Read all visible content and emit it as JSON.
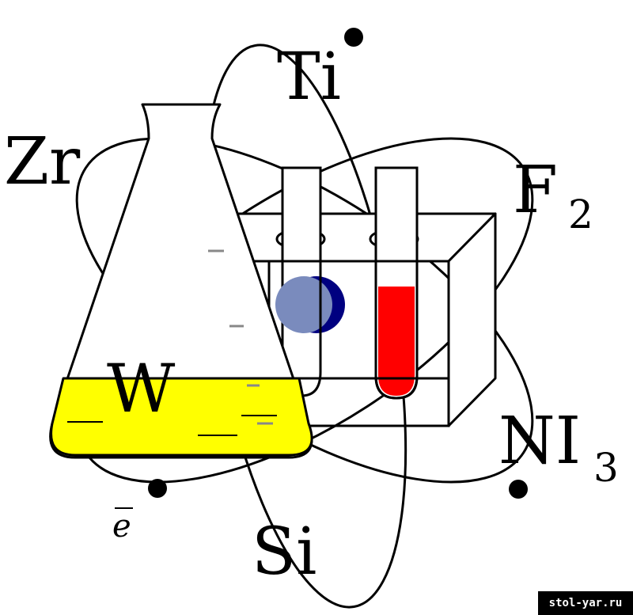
{
  "elements": {
    "titanium": "Ti",
    "zirconium": "Zr",
    "fluorine": "F",
    "fluorine_subscript": "2",
    "tungsten": "W",
    "nitrogen_triiodide": "NI",
    "nitrogen_triiodide_subscript": "3",
    "silicon": "Si",
    "electron": "e"
  },
  "watermark": "stol-yar.ru",
  "colors": {
    "liquid_yellow": "#ffff00",
    "liquid_red": "#ff0000",
    "ball_blue": "#7a8bbd",
    "ball_dark_blue": "#000080",
    "ink": "#000000"
  },
  "icons": [
    "atom-orbits",
    "erlenmeyer-flask",
    "test-tube-rack",
    "test-tube"
  ]
}
